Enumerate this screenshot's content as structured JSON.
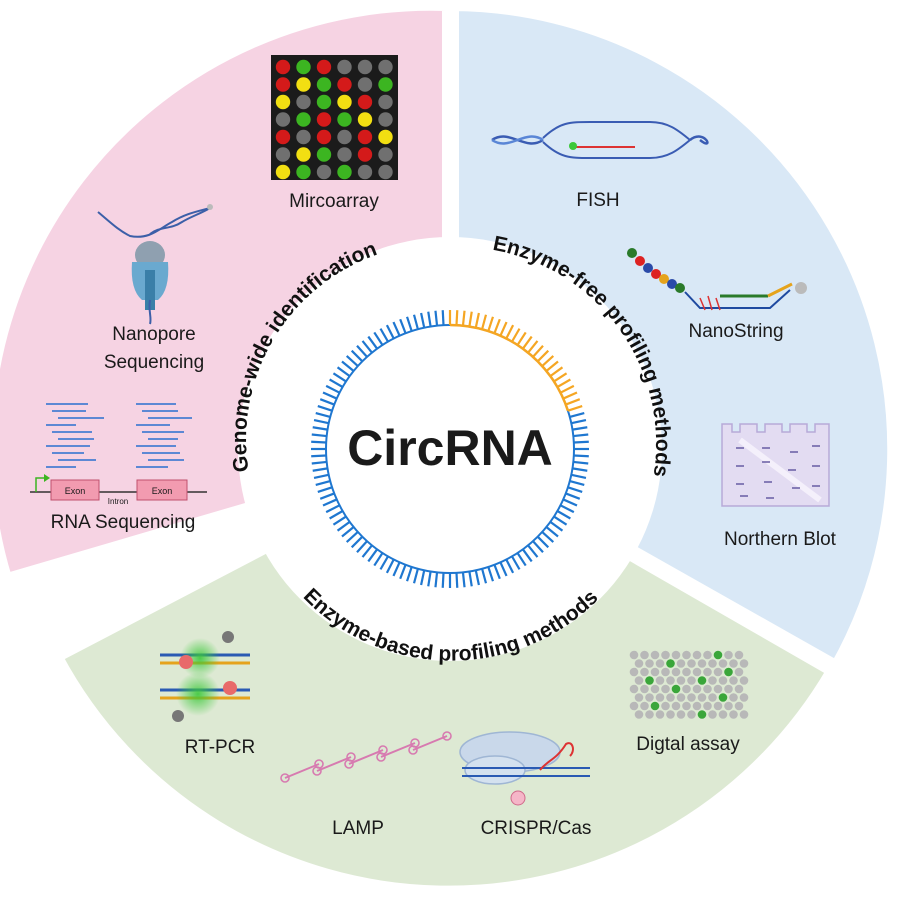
{
  "center": {
    "title": "CircRNA"
  },
  "sections": {
    "genome": {
      "heading": "Genome-wide identification",
      "color": "#f6d3e3"
    },
    "enzyme_free": {
      "heading": "Enzyme-free profiling methods",
      "color": "#d9e8f6"
    },
    "enzyme_based": {
      "heading": "Enzyme-based profiling methods",
      "color": "#dde9d3"
    }
  },
  "methods": {
    "microarray": "Mircoarray",
    "nanopore_line1": "Nanopore",
    "nanopore_line2": "Sequencing",
    "rnaseq": "RNA Sequencing",
    "rnaseq_exon1": "Exon",
    "rnaseq_exon2": "Exon",
    "rnaseq_intron": "Intron",
    "fish": "FISH",
    "nanostring": "NanoString",
    "northern": "Northern Blot",
    "rtpcr": "RT-PCR",
    "lamp": "LAMP",
    "crispr": "CRISPR/Cas",
    "digital": "Digtal assay"
  },
  "microarray_grid": [
    [
      "red",
      "green",
      "red",
      "gray",
      "gray",
      "gray"
    ],
    [
      "red",
      "yellow",
      "green",
      "red",
      "gray",
      "green"
    ],
    [
      "yellow",
      "gray",
      "green",
      "yellow",
      "red",
      "gray"
    ],
    [
      "gray",
      "green",
      "red",
      "green",
      "yellow",
      "gray"
    ],
    [
      "red",
      "gray",
      "red",
      "gray",
      "red",
      "yellow"
    ],
    [
      "gray",
      "yellow",
      "green",
      "gray",
      "red",
      "gray"
    ],
    [
      "yellow",
      "green",
      "gray",
      "green",
      "gray",
      "gray"
    ]
  ],
  "colors": {
    "ring_blue": "#1f77d0",
    "ring_orange": "#f5a623",
    "dot_red": "#d41a1a",
    "dot_green": "#3cb521",
    "dot_yellow": "#f2df12",
    "dot_gray": "#707070",
    "exon_fill": "#f29bb0"
  }
}
